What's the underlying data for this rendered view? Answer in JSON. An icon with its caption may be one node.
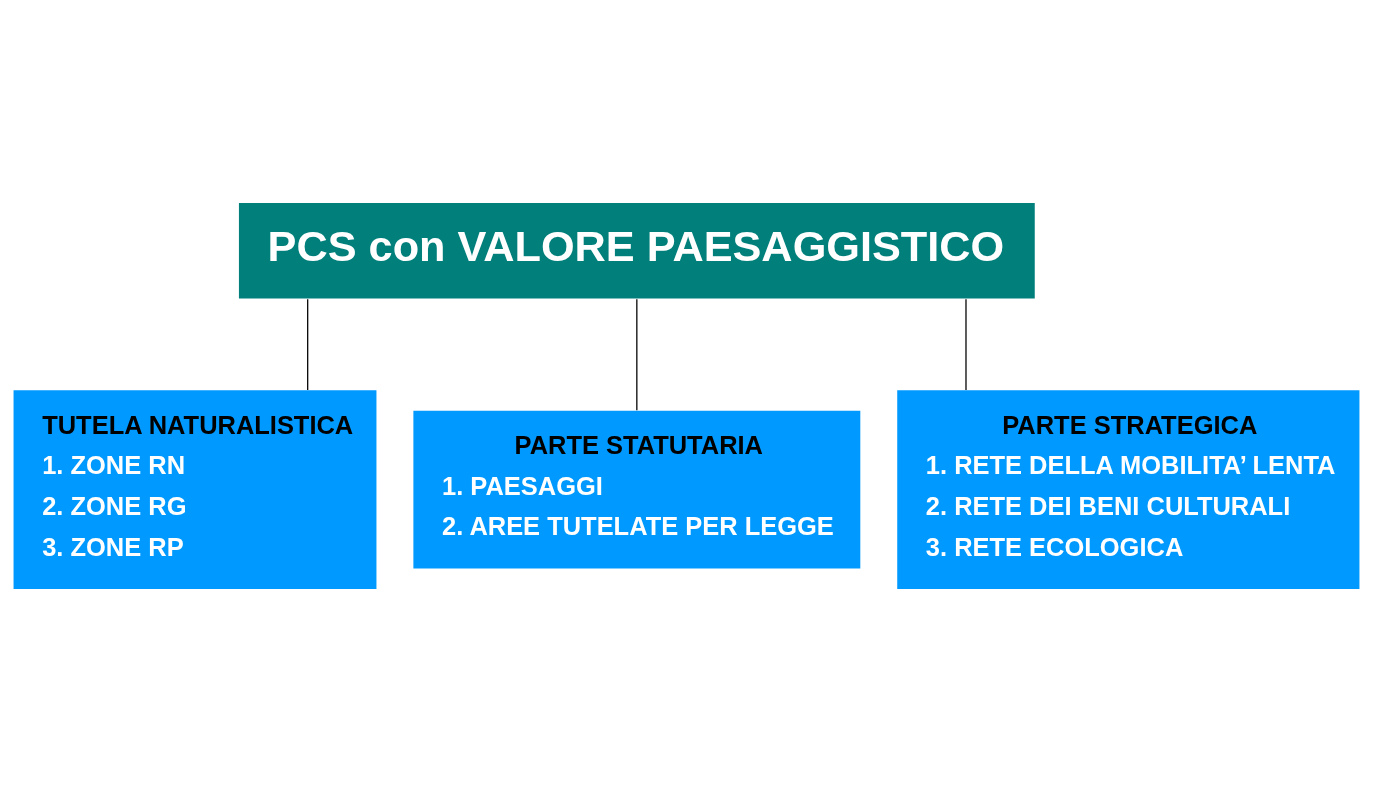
{
  "diagram": {
    "nodes": [
      {
        "text": [
          "PCS con VALORE PAESAGGISTICO"
        ]
      },
      {
        "text": [
          "TUTELA NATURALISTICA",
          "1. ZONE RN",
          "2. ZONE RG",
          "3. ZONE RP"
        ]
      },
      {
        "text": [
          "PARTE STATUTARIA",
          "1. PAESAGGI",
          "2. AREE TUTELATE PER LEGGE"
        ]
      },
      {
        "text": [
          "PARTE STRATEGICA",
          "1. RETE DELLA MOBILITA’ LENTA",
          "2. RETE DEI BENI CULTURALI",
          "3. RETE ECOLOGICA"
        ]
      }
    ],
    "edges": [
      {
        "from": 0,
        "to": 1,
        "arrow": "none"
      },
      {
        "from": 0,
        "to": 2,
        "arrow": "none"
      },
      {
        "from": 0,
        "to": 3,
        "arrow": "none"
      }
    ]
  }
}
